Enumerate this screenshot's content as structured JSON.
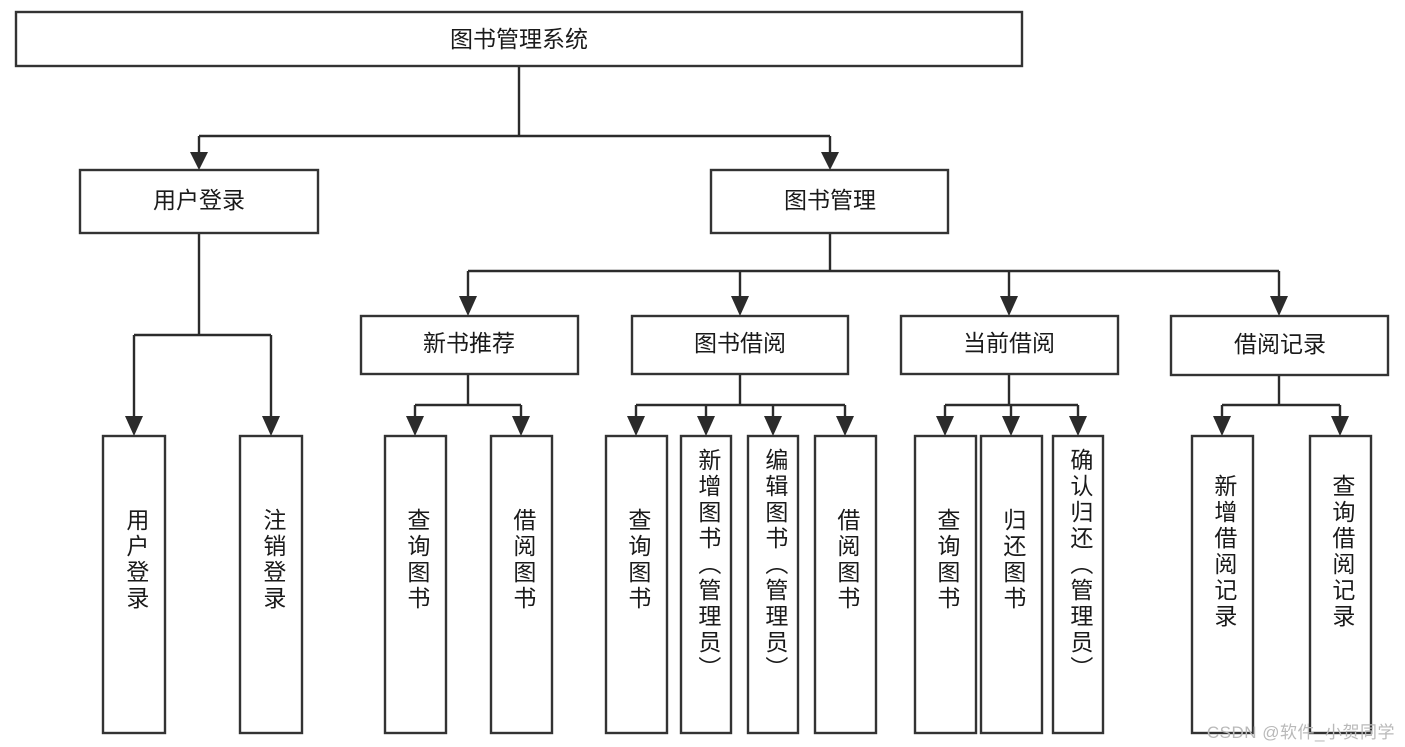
{
  "diagram": {
    "title": "图书管理系统",
    "type": "tree",
    "watermark": "CSDN @软件_小贺同学",
    "colors": {
      "background": "#ffffff",
      "box_fill": "#ffffff",
      "box_stroke": "#333333",
      "connector": "#2b2b2b",
      "text": "#1a1a1a",
      "watermark": "#b9b9b9"
    },
    "levels": [
      {
        "level": 0,
        "nodes": [
          {
            "id": "root",
            "label": "图书管理系统",
            "orientation": "horizontal"
          }
        ]
      },
      {
        "level": 1,
        "nodes": [
          {
            "id": "login",
            "label": "用户登录",
            "orientation": "horizontal",
            "parent": "root"
          },
          {
            "id": "bookmgmt",
            "label": "图书管理",
            "orientation": "horizontal",
            "parent": "root"
          }
        ]
      },
      {
        "level": 2,
        "nodes": [
          {
            "id": "newbook",
            "label": "新书推荐",
            "orientation": "horizontal",
            "parent": "bookmgmt"
          },
          {
            "id": "borrow",
            "label": "图书借阅",
            "orientation": "horizontal",
            "parent": "bookmgmt"
          },
          {
            "id": "current",
            "label": "当前借阅",
            "orientation": "horizontal",
            "parent": "bookmgmt"
          },
          {
            "id": "records",
            "label": "借阅记录",
            "orientation": "horizontal",
            "parent": "bookmgmt"
          }
        ]
      },
      {
        "level": 3,
        "nodes": [
          {
            "id": "leaf-user-login",
            "label": "用户登录",
            "orientation": "vertical",
            "parent": "login"
          },
          {
            "id": "leaf-user-logout",
            "label": "注销登录",
            "orientation": "vertical",
            "parent": "login"
          },
          {
            "id": "leaf-query-book-1",
            "label": "查询图书",
            "orientation": "vertical",
            "parent": "newbook"
          },
          {
            "id": "leaf-borrow-book-1",
            "label": "借阅图书",
            "orientation": "vertical",
            "parent": "newbook"
          },
          {
            "id": "leaf-query-book-2",
            "label": "查询图书",
            "orientation": "vertical",
            "parent": "borrow"
          },
          {
            "id": "leaf-add-book",
            "label": "新增图书（管理员）",
            "orientation": "vertical",
            "parent": "borrow"
          },
          {
            "id": "leaf-edit-book",
            "label": "编辑图书（管理员）",
            "orientation": "vertical",
            "parent": "borrow"
          },
          {
            "id": "leaf-borrow-book-2",
            "label": "借阅图书",
            "orientation": "vertical",
            "parent": "borrow"
          },
          {
            "id": "leaf-query-book-3",
            "label": "查询图书",
            "orientation": "vertical",
            "parent": "current"
          },
          {
            "id": "leaf-return-book",
            "label": "归还图书",
            "orientation": "vertical",
            "parent": "current"
          },
          {
            "id": "leaf-confirm-return",
            "label": "确认归还（管理员）",
            "orientation": "vertical",
            "parent": "current"
          },
          {
            "id": "leaf-add-record",
            "label": "新增借阅记录",
            "orientation": "vertical",
            "parent": "records"
          },
          {
            "id": "leaf-query-record",
            "label": "查询借阅记录",
            "orientation": "vertical",
            "parent": "records"
          }
        ]
      }
    ],
    "edges": [
      {
        "from": "root",
        "to": "login"
      },
      {
        "from": "root",
        "to": "bookmgmt"
      },
      {
        "from": "bookmgmt",
        "to": "newbook"
      },
      {
        "from": "bookmgmt",
        "to": "borrow"
      },
      {
        "from": "bookmgmt",
        "to": "current"
      },
      {
        "from": "bookmgmt",
        "to": "records"
      },
      {
        "from": "login",
        "to": "leaf-user-login"
      },
      {
        "from": "login",
        "to": "leaf-user-logout"
      },
      {
        "from": "newbook",
        "to": "leaf-query-book-1"
      },
      {
        "from": "newbook",
        "to": "leaf-borrow-book-1"
      },
      {
        "from": "borrow",
        "to": "leaf-query-book-2"
      },
      {
        "from": "borrow",
        "to": "leaf-add-book"
      },
      {
        "from": "borrow",
        "to": "leaf-edit-book"
      },
      {
        "from": "borrow",
        "to": "leaf-borrow-book-2"
      },
      {
        "from": "current",
        "to": "leaf-query-book-3"
      },
      {
        "from": "current",
        "to": "leaf-return-book"
      },
      {
        "from": "current",
        "to": "leaf-confirm-return"
      },
      {
        "from": "records",
        "to": "leaf-add-record"
      },
      {
        "from": "records",
        "to": "leaf-query-record"
      }
    ]
  }
}
